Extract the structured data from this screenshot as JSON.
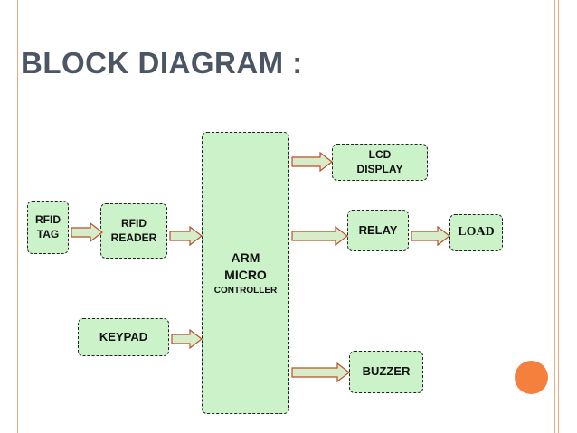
{
  "slide": {
    "title": "BLOCK DIAGRAM :",
    "accent_color": "#f57f3c",
    "block_fill": "#ccf2c9",
    "arrow_fill": "#d7ecc8",
    "arrow_stroke": "#b8502a"
  },
  "blocks": {
    "rfid_tag": "RFID\nTAG",
    "rfid_reader": "RFID\nREADER",
    "keypad": "KEYPAD",
    "arm_main": "ARM\nMICRO",
    "arm_sub": "CONTROLLER",
    "lcd": "LCD\nDISPLAY",
    "relay": "RELAY",
    "load": "LOAD",
    "buzzer": "BUZZER"
  }
}
